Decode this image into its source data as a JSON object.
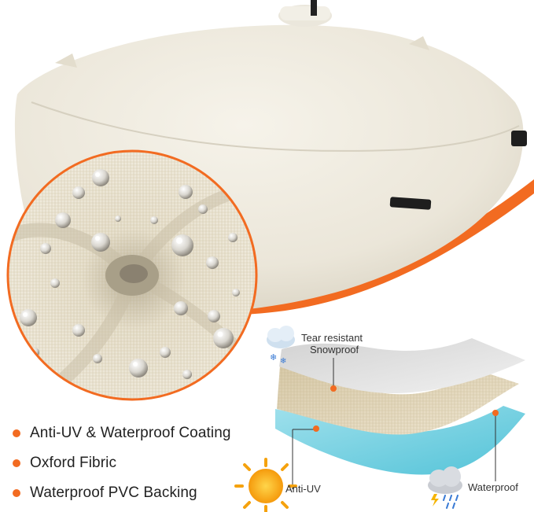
{
  "features": [
    {
      "text": "Anti-UV & Waterproof Coating"
    },
    {
      "text": "Oxford Fibric"
    },
    {
      "text": "Waterproof PVC Backing"
    }
  ],
  "layer_labels": {
    "top_line1": "Tear resistant",
    "top_line2": "Snowproof",
    "middle": "Anti-UV",
    "bottom": "Waterproof"
  },
  "colors": {
    "accent_orange": "#f26b21",
    "cover_beige": "#eeeadf",
    "layer_top": "#dedede",
    "layer_middle": "#e6dcc4",
    "layer_bottom": "#7fd3e2"
  },
  "icons": [
    "snowflake-cloud-icon",
    "sun-icon",
    "storm-cloud-icon"
  ]
}
